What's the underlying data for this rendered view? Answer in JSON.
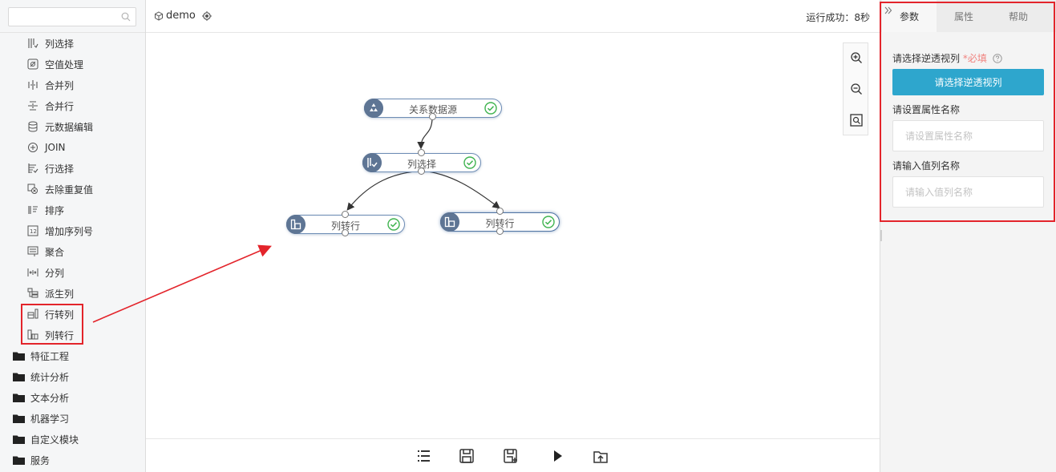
{
  "sidebar": {
    "search": {
      "value": "",
      "placeholder": ""
    },
    "items": [
      {
        "label": "列选择",
        "icon": "column-select-icon"
      },
      {
        "label": "空值处理",
        "icon": "null-handling-icon"
      },
      {
        "label": "合并列",
        "icon": "merge-columns-icon"
      },
      {
        "label": "合并行",
        "icon": "merge-rows-icon"
      },
      {
        "label": "元数据编辑",
        "icon": "metadata-edit-icon"
      },
      {
        "label": "JOIN",
        "icon": "join-icon"
      },
      {
        "label": "行选择",
        "icon": "row-select-icon"
      },
      {
        "label": "去除重复值",
        "icon": "dedupe-icon"
      },
      {
        "label": "排序",
        "icon": "sort-icon"
      },
      {
        "label": "增加序列号",
        "icon": "add-serial-icon"
      },
      {
        "label": "聚合",
        "icon": "aggregate-icon"
      },
      {
        "label": "分列",
        "icon": "split-column-icon"
      },
      {
        "label": "派生列",
        "icon": "derived-column-icon"
      },
      {
        "label": "行转列",
        "icon": "row-to-column-icon"
      },
      {
        "label": "列转行",
        "icon": "column-to-row-icon"
      }
    ],
    "folders": [
      {
        "label": "特征工程"
      },
      {
        "label": "统计分析"
      },
      {
        "label": "文本分析"
      },
      {
        "label": "机器学习"
      },
      {
        "label": "自定义模块"
      },
      {
        "label": "服务"
      }
    ]
  },
  "header": {
    "tab_title": "demo",
    "status": "运行成功：8秒"
  },
  "canvas": {
    "nodes": [
      {
        "label": "关系数据源",
        "status": "success"
      },
      {
        "label": "列选择",
        "status": "success"
      },
      {
        "label": "列转行",
        "status": "success"
      },
      {
        "label": "列转行",
        "status": "success"
      }
    ]
  },
  "right_panel": {
    "tabs": [
      {
        "label": "参数",
        "active": true
      },
      {
        "label": "属性",
        "active": false
      },
      {
        "label": "帮助",
        "active": false
      }
    ],
    "pivot_column_label": "请选择逆透视列",
    "required_mark": "*必填",
    "pivot_button_label": "请选择逆透视列",
    "attr_name_label": "请设置属性名称",
    "attr_name_value": "",
    "attr_name_placeholder": "请设置属性名称",
    "value_col_label": "请输入值列名称",
    "value_col_value": "",
    "value_col_placeholder": "请输入值列名称"
  },
  "colors": {
    "accent": "#2ea6cd",
    "node_icon": "#5e7594",
    "node_border": "#6e8db5",
    "success": "#3fb34f",
    "highlight": "#e3242b",
    "required": "#f0837f"
  }
}
